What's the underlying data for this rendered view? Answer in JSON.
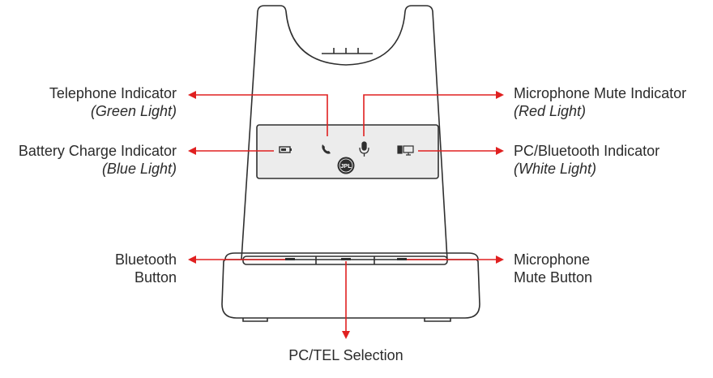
{
  "colors": {
    "outline": "#2f2f2f",
    "arrow": "#e02020",
    "panel": "#ececec",
    "background": "#ffffff"
  },
  "logo_text": "JPL",
  "labels": {
    "telephone": {
      "title": "Telephone Indicator",
      "sub": "(Green Light)"
    },
    "battery": {
      "title": "Battery Charge Indicator",
      "sub": "(Blue Light)"
    },
    "bluetooth_button": {
      "line1": "Bluetooth",
      "line2": "Button"
    },
    "mic_mute_indicator": {
      "title": "Microphone Mute Indicator",
      "sub": "(Red Light)"
    },
    "pc_bt_indicator": {
      "title": "PC/Bluetooth Indicator",
      "sub": "(White Light)"
    },
    "mic_mute_button": {
      "line1": "Microphone",
      "line2": "Mute Button"
    },
    "pc_tel": {
      "title": "PC/TEL Selection"
    }
  },
  "icons": [
    "battery-icon",
    "phone-icon",
    "microphone-icon",
    "pc-bluetooth-icon"
  ]
}
